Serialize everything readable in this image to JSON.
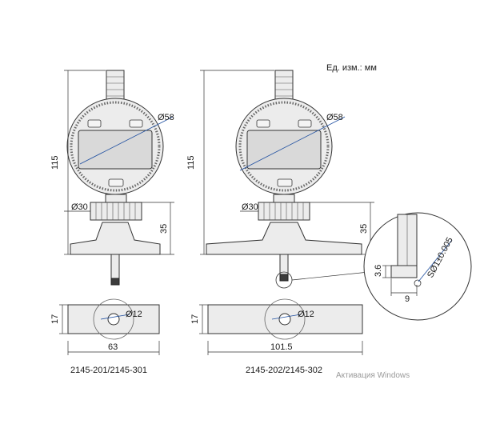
{
  "units_label": "Ед. изм.: мм",
  "watermark": "Активация Windows",
  "left_gauge": {
    "height_dim": "115",
    "dial_dim": "Ø58",
    "stem_dim": "Ø30",
    "base_height_dim": "35",
    "bottom_hole_dim": "Ø12",
    "bottom_thickness_dim": "17",
    "bottom_width_dim": "63",
    "model_caption": "2145-201/2145-301"
  },
  "right_gauge": {
    "height_dim": "115",
    "dial_dim": "Ø58",
    "stem_dim": "Ø30",
    "base_height_dim": "35",
    "bottom_hole_dim": "Ø12",
    "bottom_thickness_dim": "17",
    "bottom_width_dim": "101.5",
    "model_caption": "2145-202/2145-302"
  },
  "detail_view": {
    "tip_height_dim": "3.6",
    "tip_width_dim": "9",
    "sphere_dim": "SØ1±0.005"
  },
  "colors": {
    "outline": "#333333",
    "body_fill": "#ececec",
    "dark_fill": "#3c3c3c",
    "leader_blue": "#1f4fa0"
  }
}
